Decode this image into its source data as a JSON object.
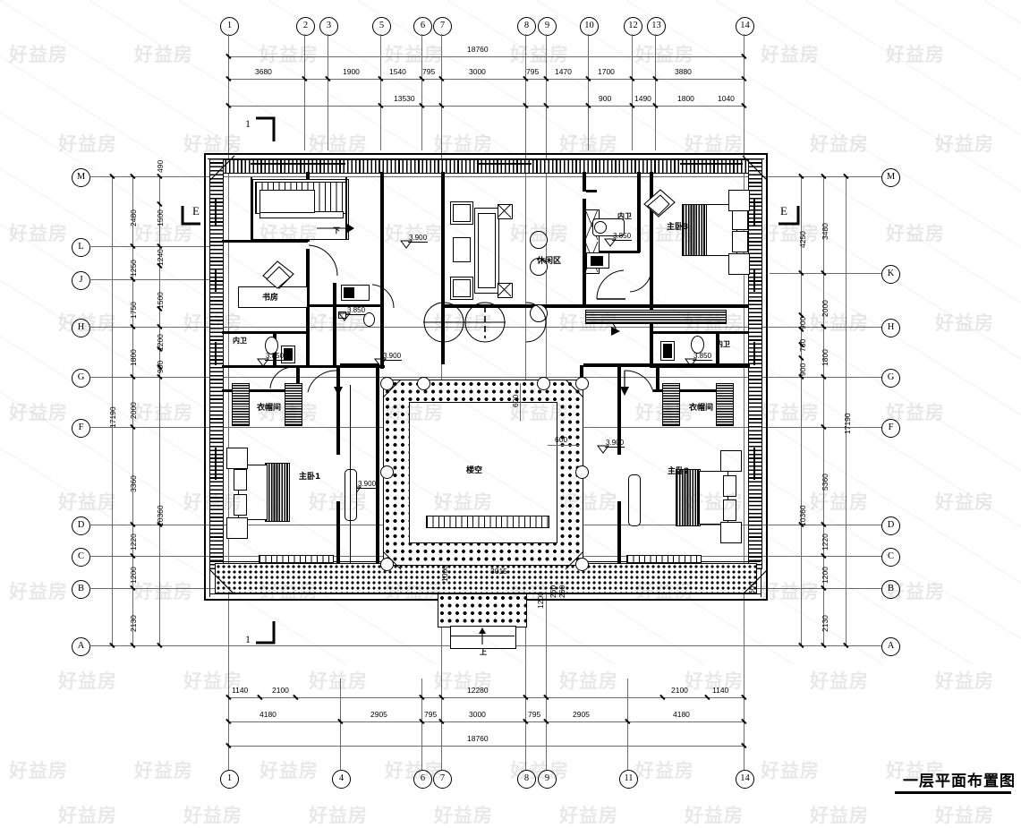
{
  "drawing": {
    "title": "一层平面布置图",
    "watermark": "好益房",
    "section_marks": {
      "left_top": "1",
      "left_bottom": "1",
      "e_left": "E",
      "e_right": "E"
    },
    "overall_width": "18760",
    "overall_height": "17190"
  },
  "grid": {
    "top_bubbles": [
      "1",
      "2",
      "3",
      "5",
      "6",
      "7",
      "8",
      "9",
      "10",
      "12",
      "13",
      "14"
    ],
    "bottom_bubbles": [
      "1",
      "4",
      "6",
      "7",
      "8",
      "9",
      "11",
      "14"
    ],
    "left_bubbles": [
      "M",
      "L",
      "J",
      "H",
      "G",
      "F",
      "D",
      "C",
      "B",
      "A"
    ],
    "right_bubbles": [
      "M",
      "K",
      "H",
      "G",
      "F",
      "D",
      "C",
      "B",
      "A"
    ]
  },
  "dimensions": {
    "top_total": "18760",
    "top_chain": [
      "3680",
      "1900",
      "1540",
      "795",
      "3000",
      "795",
      "1470",
      "1700",
      "3880"
    ],
    "top_sub_total": "13530",
    "top_sub_right": [
      "900",
      "1490",
      "1800",
      "1040"
    ],
    "bottom_total": "18760",
    "bottom_chain": [
      "4180",
      "2905",
      "795",
      "3000",
      "795",
      "2905",
      "4180"
    ],
    "bottom_sub_total": "12280",
    "bottom_sub_left": [
      "1140",
      "2100"
    ],
    "bottom_sub_right": [
      "2100",
      "1140"
    ],
    "left_outer_total": "17190",
    "left_chain": [
      "2480",
      "1250",
      "1750",
      "1800",
      "2000",
      "3360",
      "1220",
      "1200",
      "2130"
    ],
    "left_inner": [
      "1500",
      "1240",
      "1500",
      "1200",
      "900"
    ],
    "left_inner_total": "10360",
    "left_top_offset": "490",
    "right_outer_total": "17190",
    "right_chain": [
      "3480",
      "2000",
      "1800",
      "5360",
      "1220",
      "1200",
      "2130"
    ],
    "right_inner": [
      "4250",
      "900",
      "780",
      "900"
    ],
    "right_inner_total": "10360",
    "right_top_offset": "600",
    "center_bottom": [
      "3015",
      "1000",
      "1200",
      "260",
      "260"
    ],
    "court_width": "600",
    "court_depth": "600"
  },
  "rooms": [
    {
      "name": "书房",
      "elev": null
    },
    {
      "name": "内卫",
      "elev": "3.850"
    },
    {
      "name": "内卫",
      "elev": "3.850"
    },
    {
      "name": "内卫",
      "elev": "3.850"
    },
    {
      "name": "休闲区",
      "elev": null
    },
    {
      "name": "主卧1",
      "elev": "3.900"
    },
    {
      "name": "主卧2",
      "elev": "3.900"
    },
    {
      "name": "主卧3",
      "elev": null
    },
    {
      "name": "衣帽间",
      "elev": null
    },
    {
      "name": "衣帽间",
      "elev": null
    },
    {
      "name": "楼空",
      "elev": null
    }
  ],
  "labels": {
    "study": "书房",
    "bath_in": "内卫",
    "leisure": "休闲区",
    "master1": "主卧1",
    "master2": "主卧2",
    "master3": "主卧3",
    "closet": "衣帽间",
    "void": "楼空",
    "down_arrow_note": "下",
    "up_arrow_note": "上"
  },
  "elevations": {
    "floor": "3.900",
    "bath": "3.850"
  }
}
